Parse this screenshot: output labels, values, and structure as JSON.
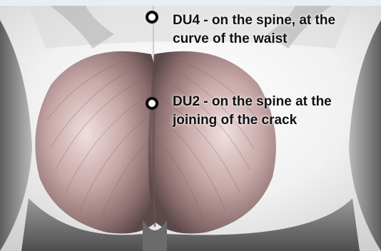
{
  "points": [
    {
      "id": "DU4",
      "label": "DU4 - on the spine, at the\ncurve of the waist"
    },
    {
      "id": "DU2",
      "label": "DU2 - on the spine at the\njoining of the crack"
    }
  ],
  "colors": {
    "background": "#e9edf5",
    "marker_fill": "#ffffff",
    "marker_ring": "#0a0a0a",
    "label_text": "#111111"
  }
}
